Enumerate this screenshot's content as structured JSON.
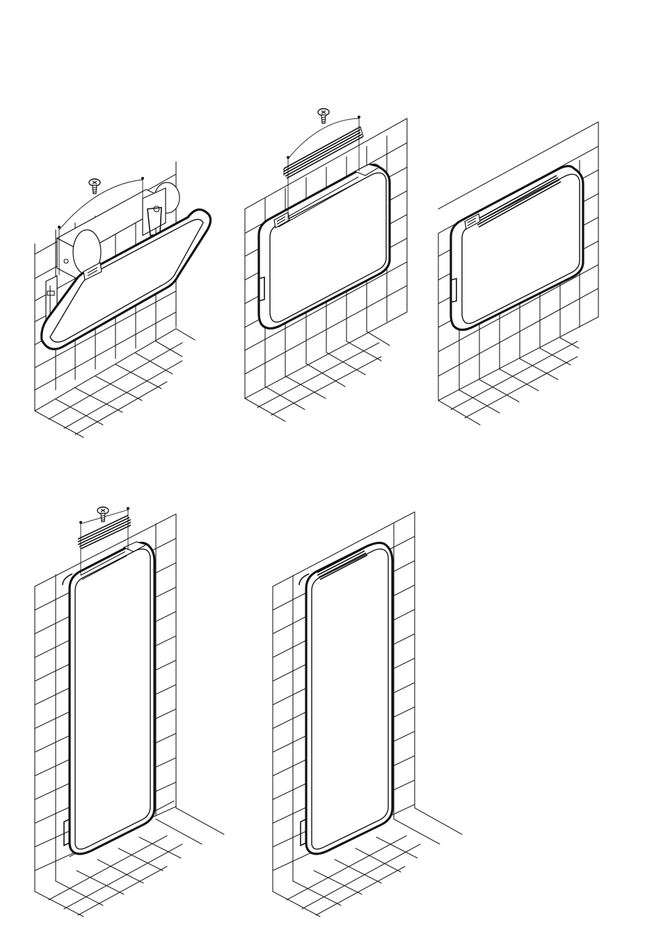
{
  "figure": {
    "steps": [
      {
        "name": "step-1-horizontal-hinged-open",
        "orientation": "horizontal",
        "state": "panel hinged open, grille and screw removed"
      },
      {
        "name": "step-2-horizontal-grille-removal",
        "orientation": "horizontal",
        "state": "panel closed, grille and screw shown above"
      },
      {
        "name": "step-3-horizontal-assembled",
        "orientation": "horizontal",
        "state": "grille installed"
      },
      {
        "name": "step-4-vertical-grille-removal",
        "orientation": "vertical",
        "state": "panel closed, grille and screw shown above"
      },
      {
        "name": "step-5-vertical-assembled",
        "orientation": "vertical",
        "state": "grille installed"
      }
    ],
    "icons": [
      "screw-icon",
      "grille-icon",
      "control-panel-icon"
    ],
    "colors": {
      "line": "#111111",
      "background": "#ffffff"
    }
  }
}
